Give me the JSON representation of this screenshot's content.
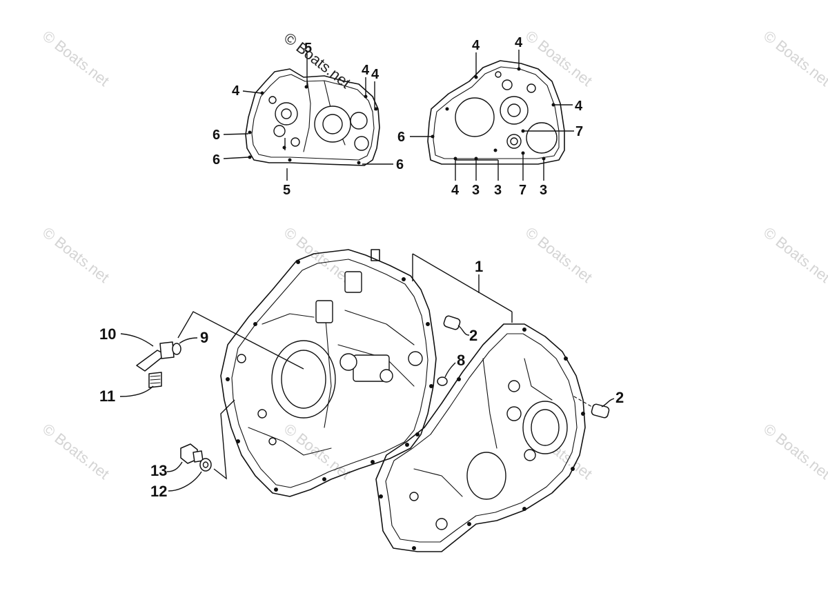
{
  "watermark": {
    "text": "© Boats.net",
    "featured_text": "© Boats.net"
  },
  "callouts": {
    "top_left": {
      "c5_top": "5",
      "c4_a": "4",
      "c4_b": "4",
      "c4_left": "4",
      "c6_a": "6",
      "c6_b": "6",
      "c6_right": "6",
      "c5_bottom": "5"
    },
    "top_right": {
      "c4_top_a": "4",
      "c4_top_b": "4",
      "c4_right": "4",
      "c6_left": "6",
      "c7_right": "7",
      "c4_bottom": "4",
      "c3_a": "3",
      "c3_b": "3",
      "c7_bottom": "7",
      "c3_c": "3"
    },
    "main": {
      "c1": "1",
      "c2_upper": "2",
      "c2_right": "2",
      "c8": "8",
      "c9": "9",
      "c10": "10",
      "c11": "11",
      "c12": "12",
      "c13": "13"
    }
  }
}
